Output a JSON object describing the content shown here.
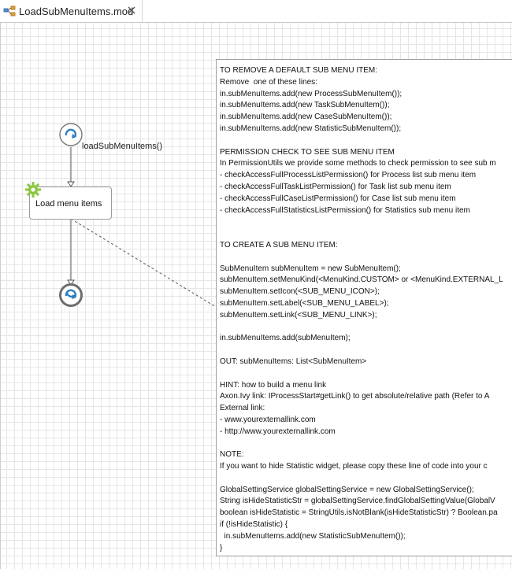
{
  "tab": {
    "title": "LoadSubMenuItems.mod",
    "file_icon": "process-model-icon",
    "close_icon": "close-icon"
  },
  "process": {
    "start_label": "loadSubMenuItems()",
    "task_label": "Load menu items"
  },
  "note": {
    "lines": [
      "TO REMOVE A DEFAULT SUB MENU ITEM:",
      "Remove  one of these lines:",
      "in.subMenuItems.add(new ProcessSubMenuItem());",
      "in.subMenuItems.add(new TaskSubMenuItem());",
      "in.subMenuItems.add(new CaseSubMenuItem());",
      "in.subMenuItems.add(new StatisticSubMenuItem());",
      "",
      "PERMISSION CHECK TO SEE SUB MENU ITEM",
      "In PermissionUtils we provide some methods to check permission to see sub m",
      "- checkAccessFullProcessListPermission() for Process list sub menu item",
      "- checkAccessFullTaskListPermission() for Task list sub menu item",
      "- checkAccessFullCaseListPermission() for Case list sub menu item",
      "- checkAccessFullStatisticsListPermission() for Statistics sub menu item",
      "",
      "",
      "TO CREATE A SUB MENU ITEM:",
      "",
      "SubMenuItem subMenuItem = new SubMenuItem();",
      "subMenuItem.setMenuKind(<MenuKind.CUSTOM> or <MenuKind.EXTERNAL_L",
      "subMenuItem.setIcon(<SUB_MENU_ICON>);",
      "subMenuItem.setLabel(<SUB_MENU_LABEL>);",
      "subMenuItem.setLink(<SUB_MENU_LINK>);",
      "",
      "in.subMenuItems.add(subMenuItem);",
      "",
      "OUT: subMenuItems: List<SubMenuItem>",
      "",
      "HINT: how to build a menu link",
      "Axon.Ivy link: IProcessStart#getLink() to get absolute/relative path (Refer to A",
      "External link:",
      "- www.yourexternallink.com",
      "- http://www.yourexternallink.com",
      "",
      "NOTE:",
      "If you want to hide Statistic widget, please copy these line of code into your c",
      "",
      "GlobalSettingService globalSettingService = new GlobalSettingService();",
      "String isHideStatisticStr = globalSettingService.findGlobalSettingValue(GlobalV",
      "boolean isHideStatistic = StringUtils.isNotBlank(isHideStatisticStr) ? Boolean.pa",
      "if (!isHideStatistic) {",
      "  in.subMenuItems.add(new StatisticSubMenuItem());",
      "}"
    ]
  },
  "colors": {
    "event_blue": "#2f7fc1",
    "event_border": "#777777",
    "gear_green": "#8cc63f",
    "grid": "#e6e6e6"
  }
}
